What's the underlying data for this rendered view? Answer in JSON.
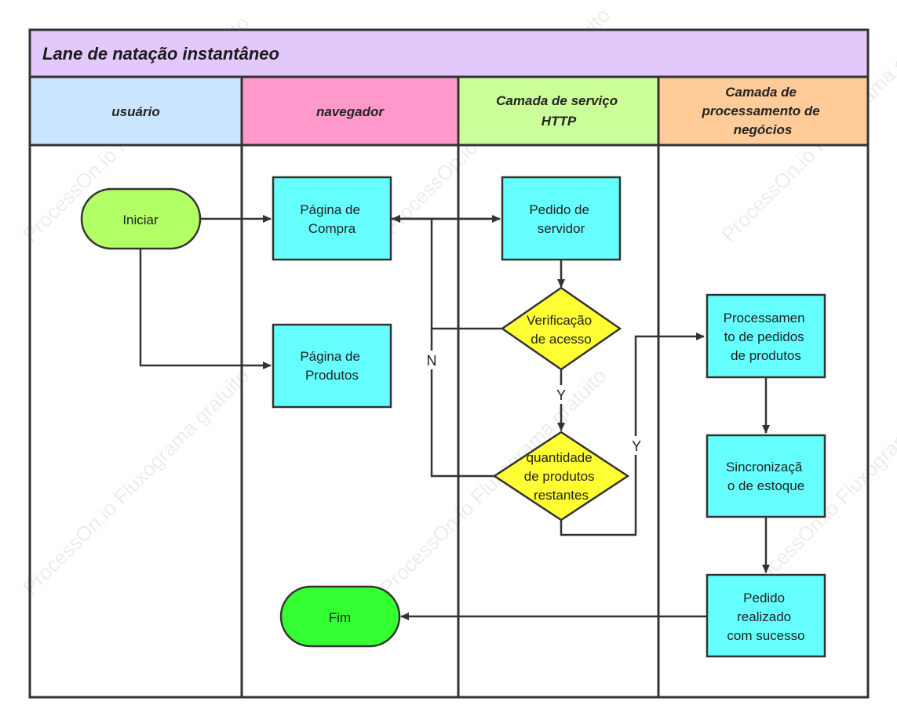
{
  "title": "Lane de natação instantâneo",
  "lanes": [
    {
      "label_lines": [
        "usuário"
      ]
    },
    {
      "label_lines": [
        "navegador"
      ]
    },
    {
      "label_lines": [
        "Camada de serviço",
        "HTTP"
      ]
    },
    {
      "label_lines": [
        "Camada de",
        "processamento de",
        "negócios"
      ]
    }
  ],
  "nodes": {
    "iniciar": {
      "lines": [
        "Iniciar"
      ]
    },
    "pagina_compra": {
      "lines": [
        "Página de",
        "Compra"
      ]
    },
    "pagina_produtos": {
      "lines": [
        "Página de",
        "Produtos"
      ]
    },
    "fim": {
      "lines": [
        "Fim"
      ]
    },
    "pedido_servidor": {
      "lines": [
        "Pedido de",
        "servidor"
      ]
    },
    "verificacao": {
      "lines": [
        "Verificação",
        "de acesso"
      ]
    },
    "quantidade": {
      "lines": [
        "quantidade",
        "de produtos",
        "restantes"
      ]
    },
    "processamento": {
      "lines": [
        "Processamen",
        "to de pedidos",
        "de produtos"
      ]
    },
    "sincronizacao": {
      "lines": [
        "Sincronizaçã",
        "o de estoque"
      ]
    },
    "pedido_realizado": {
      "lines": [
        "Pedido",
        "realizado",
        "com sucesso"
      ]
    }
  },
  "edge_labels": {
    "no": "N",
    "yes_verificacao": "Y",
    "yes_quantidade": "Y"
  },
  "watermark": "ProcessOn.io Fluxograma gratuito",
  "colors": {
    "title_bg": "#e3c9fb",
    "lane_usuario": "#cce5ff",
    "lane_navegador": "#ff99cc",
    "lane_http": "#ccff99",
    "lane_negocios": "#ffcc99",
    "process": "#66ffff",
    "decision": "#ffff33",
    "start": "#b2ff66",
    "end": "#33ff33",
    "border": "#333333"
  }
}
